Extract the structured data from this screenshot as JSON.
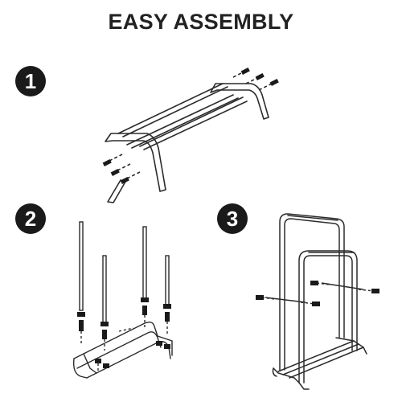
{
  "title": "EASY ASSEMBLY",
  "steps": [
    {
      "number": "1"
    },
    {
      "number": "2"
    },
    {
      "number": "3"
    }
  ],
  "colors": {
    "badge": "#1a1a1a",
    "line": "#2b2b2b",
    "text": "#222222"
  }
}
